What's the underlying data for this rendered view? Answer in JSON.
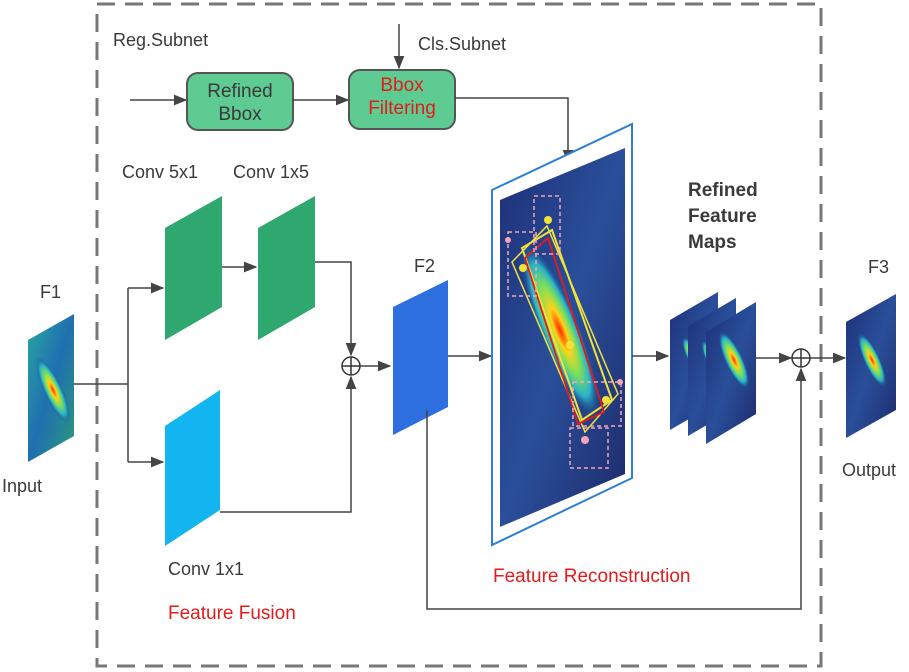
{
  "labels": {
    "reg_subnet": "Reg.Subnet",
    "cls_subnet": "Cls.Subnet",
    "refined_bbox_line1": "Refined",
    "refined_bbox_line2": "Bbox",
    "bbox_filtering_line1": "Bbox",
    "bbox_filtering_line2": "Filtering",
    "conv_5x1": "Conv 5x1",
    "conv_1x5": "Conv 1x5",
    "conv_1x1": "Conv 1x1",
    "f1": "F1",
    "f2": "F2",
    "f3": "F3",
    "input": "Input",
    "output": "Output",
    "feature_fusion": "Feature Fusion",
    "feature_reconstruction": "Feature Reconstruction",
    "refined_feature_maps_line1": "Refined",
    "refined_feature_maps_line2": "Feature",
    "refined_feature_maps_line3": "Maps"
  },
  "colors": {
    "box_green": "#5ecb93",
    "conv_green": "#2ea86e",
    "conv_cyan": "#12b5ef",
    "f2_blue": "#2e6fe0",
    "highlight_red": "#e31b1b",
    "dashed_border": "#777777",
    "arrow": "#444444"
  }
}
